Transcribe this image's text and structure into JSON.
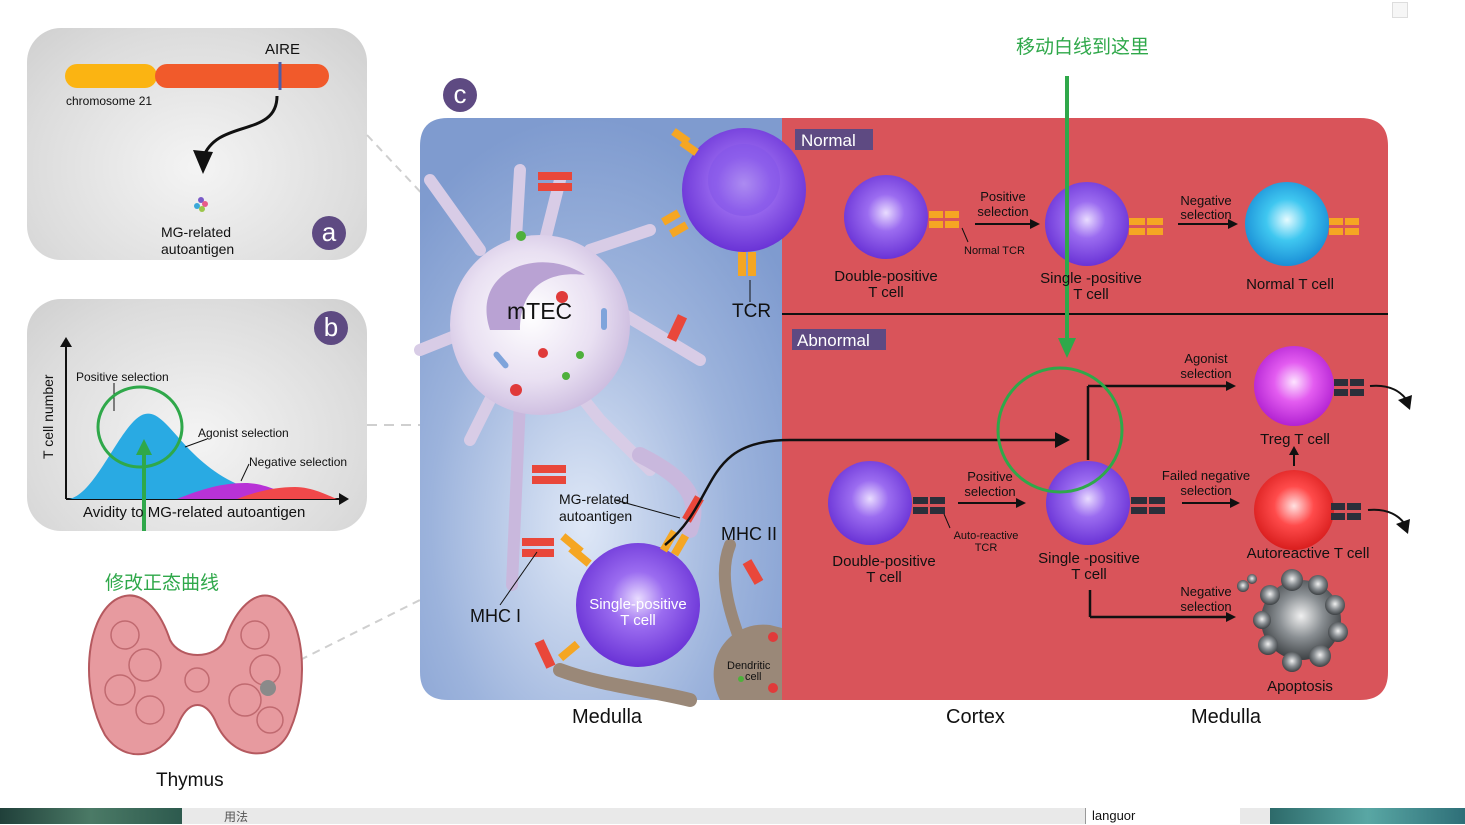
{
  "panel_a": {
    "badge": "a",
    "gene_label": "AIRE",
    "chromosome_label": "chromosome 21",
    "product_label_1": "MG-related",
    "product_label_2": "autoantigen"
  },
  "panel_b": {
    "badge": "b",
    "y_axis": "T cell number",
    "x_axis": "Avidity to MG-related autoantigen",
    "positive": "Positive selection",
    "agonist": "Agonist selection",
    "negative": "Negative selection"
  },
  "annotations": {
    "note_curve": "修改正态曲线",
    "note_move": "移动白线到这里"
  },
  "thymus_label": "Thymus",
  "panel_c": {
    "badge": "c",
    "mtec": "mTEC",
    "tcr": "TCR",
    "mg_related_1": "MG-related",
    "mg_related_2": "autoantigen",
    "mhc1": "MHC I",
    "mhc2": "MHC II",
    "single_pos_1": "Single-positive",
    "single_pos_2": "T cell",
    "dendritic_1": "Dendritic",
    "dendritic_2": "cell",
    "normal": {
      "header": "Normal",
      "dp_1": "Double-positive",
      "dp_2": "T cell",
      "pos_sel_1": "Positive",
      "pos_sel_2": "selection",
      "normal_tcr": "Normal TCR",
      "sp_1": "Single -positive",
      "sp_2": "T cell",
      "neg_sel_1": "Negative",
      "neg_sel_2": "selection",
      "normal_t": "Normal T cell"
    },
    "abnormal": {
      "header": "Abnormal",
      "dp_1": "Double-positive",
      "dp_2": "T cell",
      "pos_sel_1": "Positive",
      "pos_sel_2": "selection",
      "auto_tcr_1": "Auto-reactive",
      "auto_tcr_2": "TCR",
      "sp_1": "Single -positive",
      "sp_2": "T cell",
      "agonist_1": "Agonist",
      "agonist_2": "selection",
      "treg": "Treg T cell",
      "failed_1": "Failed negative",
      "failed_2": "selection",
      "autoreactive": "Autoreactive T cell",
      "neg_1": "Negative",
      "neg_2": "selection",
      "apoptosis": "Apoptosis"
    },
    "bottom": {
      "medulla_left": "Medulla",
      "cortex": "Cortex",
      "medulla_right": "Medulla"
    }
  },
  "taskbar": {
    "usage": "用法",
    "field_value": "languor"
  },
  "colors": {
    "badge": "#5e4a82",
    "red_panel": "#d9545a",
    "blue_panel": "#8aa6d3",
    "annotation_green": "#2fa84a",
    "tcr_orange": "#f5a623",
    "auto_tcr_dark": "#2b2f3a"
  }
}
